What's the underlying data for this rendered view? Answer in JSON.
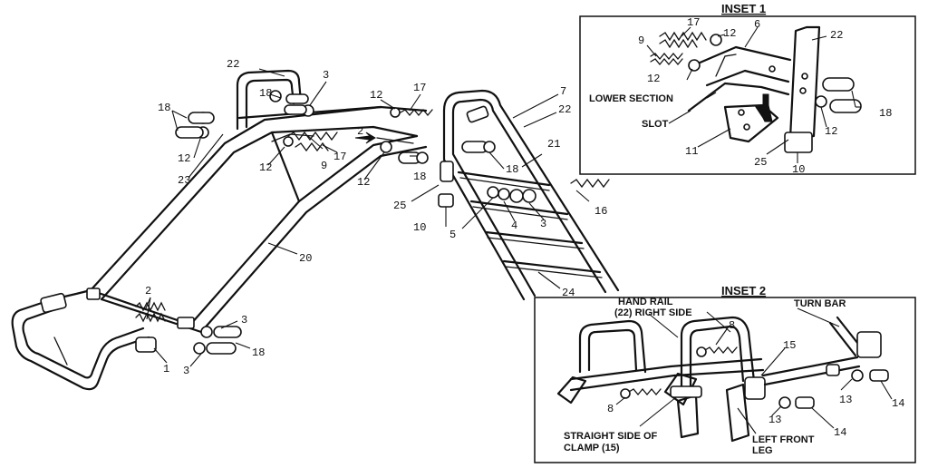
{
  "main_labels": {
    "n22": "22",
    "n3a": "3",
    "n18a": "18",
    "n12a": "12",
    "n17a": "17",
    "n7": "7",
    "n22b": "22",
    "n21": "21",
    "n18b": "18",
    "n12b": "12",
    "n23": "23",
    "n12c": "12",
    "n9": "9",
    "n17b": "17",
    "n2a": "2",
    "n12d": "12",
    "n18c": "18",
    "n18d": "18",
    "n25": "25",
    "n10": "10",
    "n4": "4",
    "n3b": "3",
    "n5": "5",
    "n16": "16",
    "n20": "20",
    "n24": "24",
    "n2b": "2",
    "n1": "1",
    "n3c": "3",
    "n3d": "3",
    "n18e": "18"
  },
  "inset1": {
    "title": "INSET 1",
    "lower_section": "LOWER SECTION",
    "slot": "SLOT",
    "n17": "17",
    "n12a": "12",
    "n6": "6",
    "n22": "22",
    "n9": "9",
    "n12b": "12",
    "n18": "18",
    "n12c": "12",
    "n11": "11",
    "n25": "25",
    "n10": "10"
  },
  "inset2": {
    "title": "INSET 2",
    "hand_rail_1": "HAND RAIL",
    "hand_rail_2": "(22) RIGHT SIDE",
    "turn_bar": "TURN BAR",
    "straight_1": "STRAIGHT SIDE OF",
    "straight_2": "CLAMP (15)",
    "left_front_1": "LEFT FRONT",
    "left_front_2": "LEG",
    "n8a": "8",
    "n8b": "8",
    "n15": "15",
    "n13a": "13",
    "n14a": "14",
    "n13b": "13",
    "n14b": "14"
  }
}
